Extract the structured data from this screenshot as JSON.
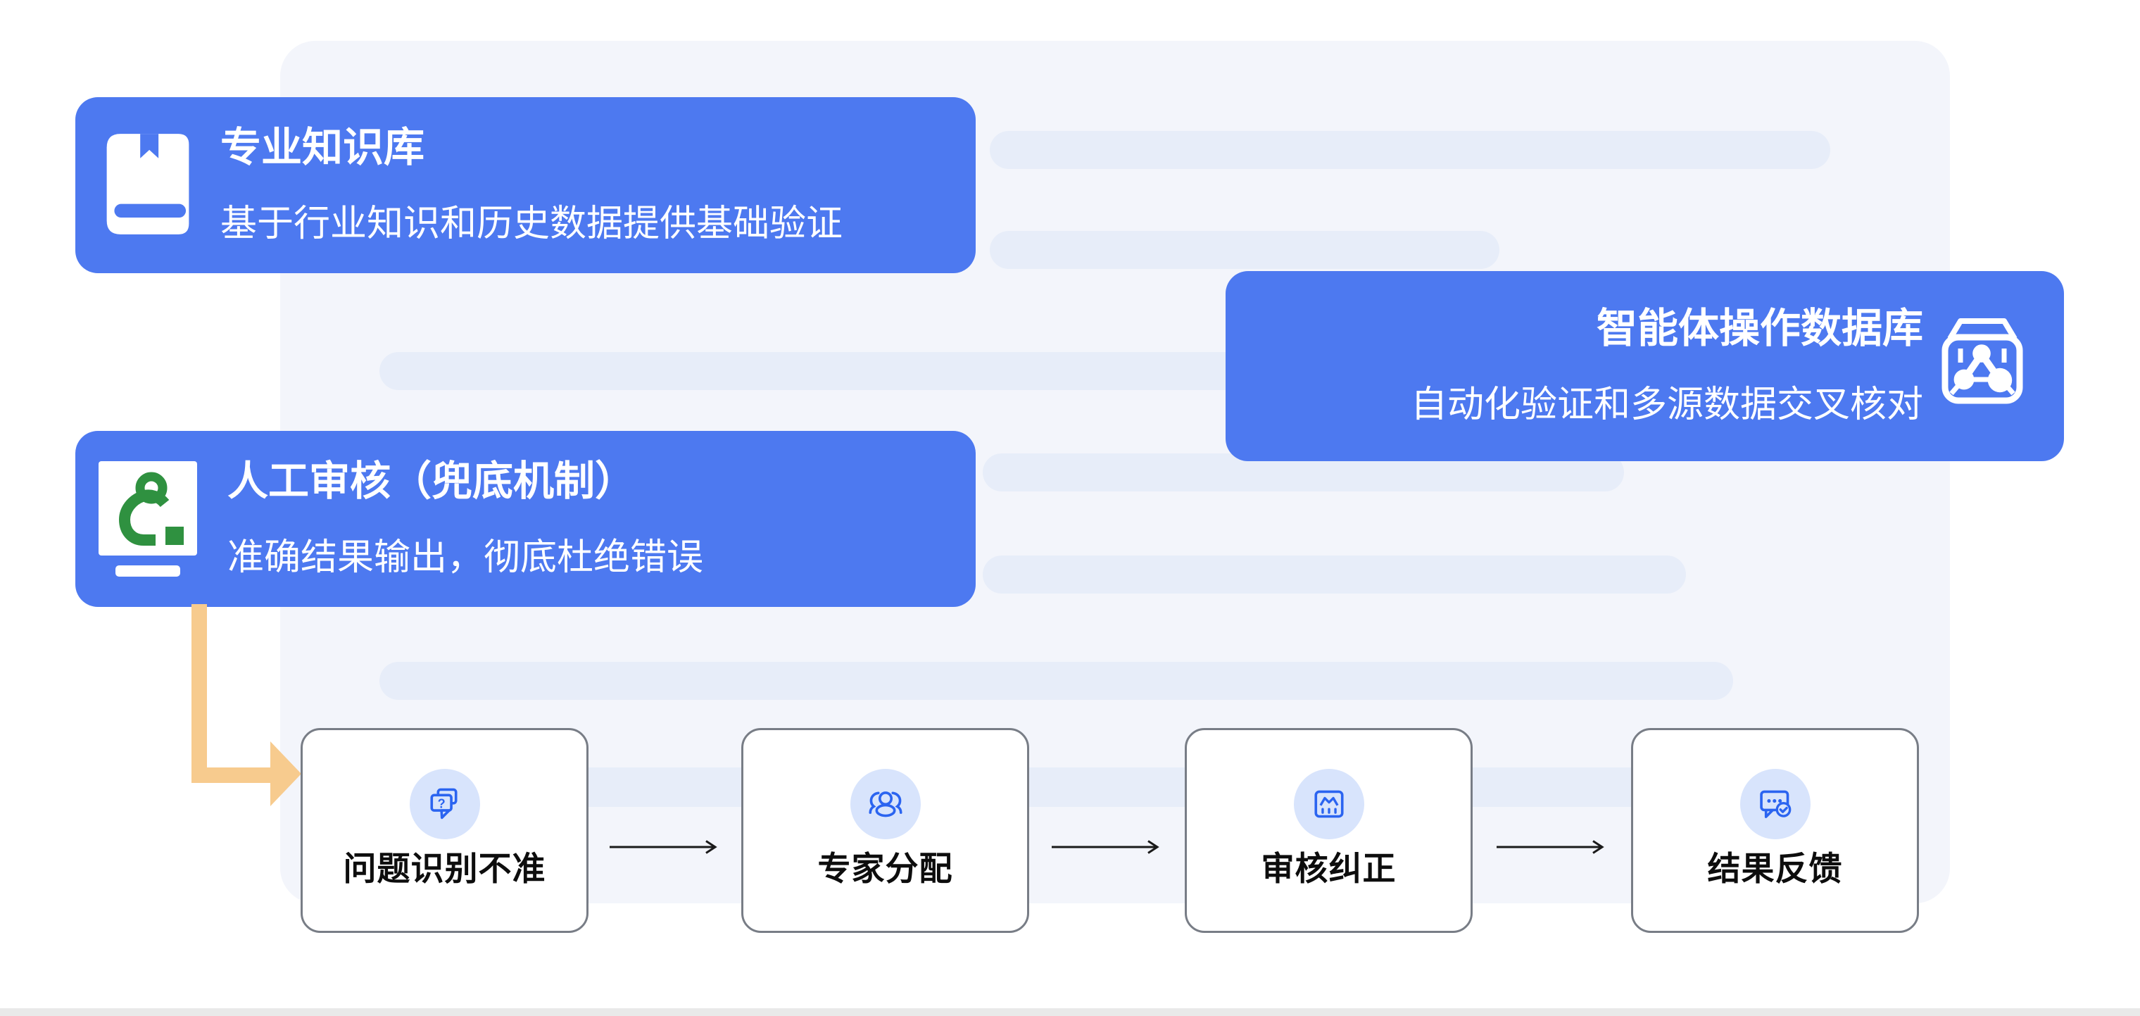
{
  "colors": {
    "banner_blue": "#4d79f0",
    "panel_bg": "#f3f5fb",
    "bar_bg": "#e7edf9",
    "badge_bg": "#d8e4fc",
    "icon_blue": "#2b64f0",
    "icon_green": "#2f9140",
    "arrow_orange": "#f7cb8e",
    "card_border": "#787d86",
    "card_text": "#0d0d0d",
    "flow_arrow": "#1a1a1a",
    "bottom_strip": "#e9e9e9"
  },
  "banners": {
    "knowledge": {
      "title": "专业知识库",
      "subtitle": "基于行业知识和历史数据提供基础验证",
      "icon": "book-icon"
    },
    "agent_db": {
      "title": "智能体操作数据库",
      "subtitle": "自动化验证和多源数据交叉核对",
      "icon": "data-cube-graph-icon"
    },
    "manual_review": {
      "title": "人工审核（兜底机制）",
      "subtitle": "准确结果输出，彻底杜绝错误",
      "icon": "reviewer-monitor-icon"
    }
  },
  "flow": {
    "question_mark": "?",
    "steps": [
      {
        "label": "问题识别不准",
        "icon": "question-bubbles-icon"
      },
      {
        "label": "专家分配",
        "icon": "experts-group-icon"
      },
      {
        "label": "审核纠正",
        "icon": "audit-frame-icon"
      },
      {
        "label": "结果反馈",
        "icon": "feedback-bubble-check-icon"
      }
    ]
  }
}
